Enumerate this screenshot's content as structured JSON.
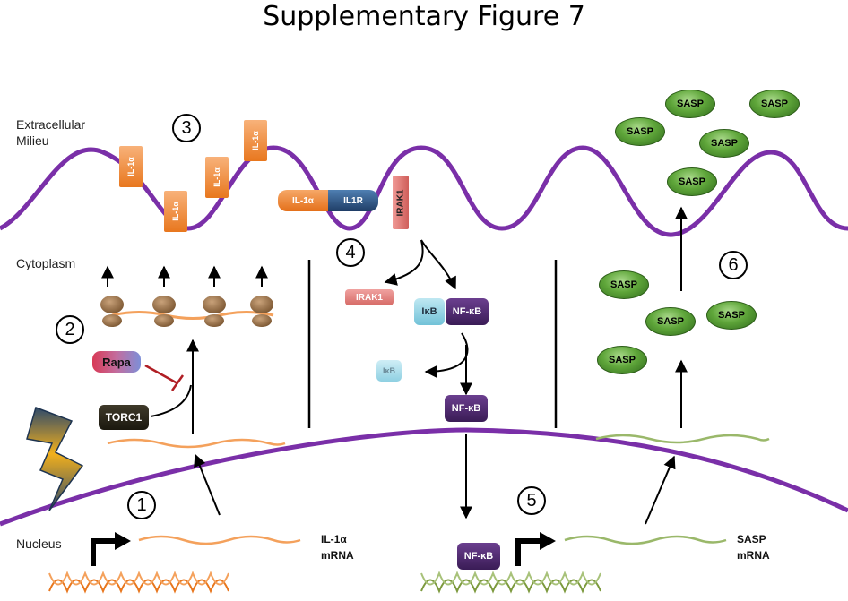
{
  "figure": {
    "title": "Supplementary Figure 7"
  },
  "regions": {
    "extracellular": "Extracellular\nMilieu",
    "cytoplasm": "Cytoplasm",
    "nucleus": "Nucleus"
  },
  "steps": [
    "1",
    "2",
    "3",
    "4",
    "5",
    "6"
  ],
  "labels": {
    "il1a_receptor_bound": "IL-1α",
    "il1a_surface": "IL-1α",
    "il1r": "IL1R",
    "irak1": "IRAK1",
    "irak1_degraded": "IRAK1",
    "ikb": "IκB",
    "ikb_degraded": "IκB",
    "nfkb": "NF-κB",
    "rapa": "Rapa",
    "torc1": "TORC1",
    "sasp": "SASP",
    "il1a_mrna_line1": "IL-1α",
    "il1a_mrna_line2": "mRNA",
    "sasp_mrna_line1": "SASP",
    "sasp_mrna_line2": "mRNA"
  },
  "colors": {
    "membrane": "#7a2fa8",
    "il1a": "#e8771e",
    "il1r": "#1f3d66",
    "irak1": "#cf5e5a",
    "nfkb": "#3a1c56",
    "ikb": "#72c2d8",
    "sasp": "#5fa63a",
    "il1a_mrna": "#f4a15c",
    "sasp_mrna": "#8aa85a",
    "torc1": "#1b180f",
    "inhibition": "#b01e24"
  },
  "icons": {
    "stress_signal": "lightning-bolt-icon",
    "ribosome": "ribosome-icon",
    "promoter": "transcription-start-arrow-icon",
    "dna": "dna-helix-icon"
  }
}
